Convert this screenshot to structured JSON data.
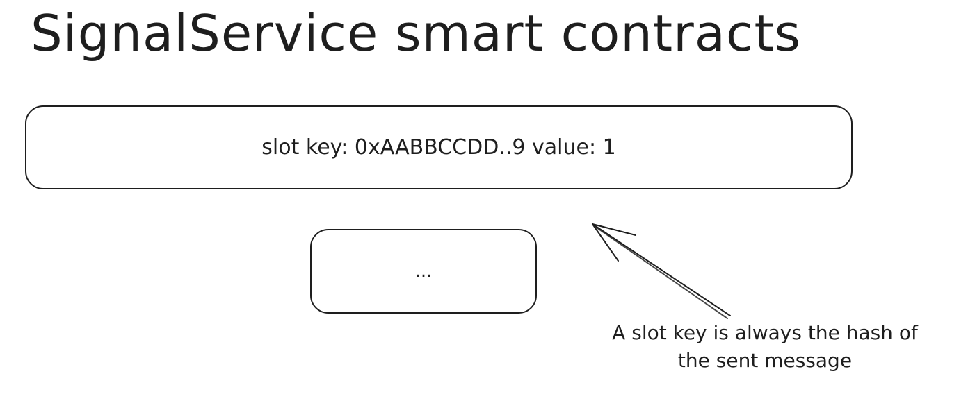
{
  "title": "SignalService smart contracts",
  "slot_box": {
    "label": "slot key: 0xAABBCCDD..9 value: 1"
  },
  "ellipsis_box": {
    "label": "..."
  },
  "annotation": {
    "line1": "A slot key is always the hash of",
    "line2": "the sent message"
  },
  "colors": {
    "stroke": "#1e1e1e",
    "background": "#ffffff"
  }
}
